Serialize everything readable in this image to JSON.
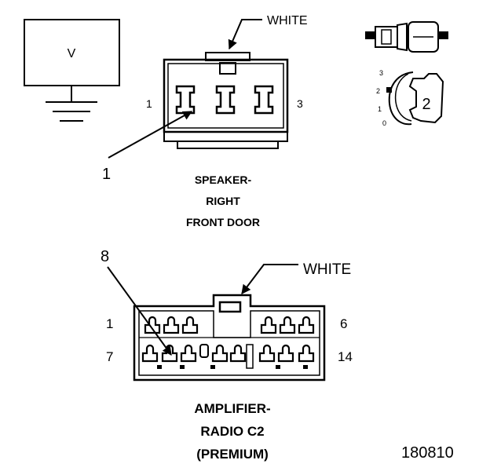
{
  "meter": {
    "label": "V"
  },
  "speaker_connector": {
    "color_label": "WHITE",
    "pin_left": "1",
    "pin_right": "3",
    "callout": "1",
    "caption_lines": [
      "SPEAKER-",
      "RIGHT",
      "FRONT DOOR"
    ]
  },
  "position_indicator": {
    "scale_labels": [
      "3",
      "2",
      "1",
      "0"
    ],
    "position_value": "2"
  },
  "amplifier_connector": {
    "color_label": "WHITE",
    "pin_top_left": "1",
    "pin_top_right": "6",
    "pin_bottom_left": "7",
    "pin_bottom_right": "14",
    "callout": "8",
    "caption_lines": [
      "AMPLIFIER-",
      "RADIO C2",
      "(PREMIUM)"
    ]
  },
  "figure_number": "180810"
}
